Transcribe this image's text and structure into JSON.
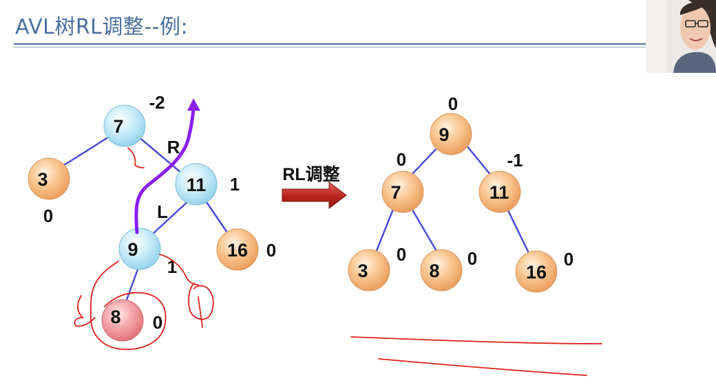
{
  "title": "AVL树RL调整--例:",
  "arrow_label": "RL调整",
  "colors": {
    "title": "#4a6fa0",
    "edge": "#4a4ad8",
    "node_blue": "#bfe8f8",
    "node_orange": "#f8c08e",
    "node_pink": "#f2a2a6",
    "purple_arrow": "#8a1ff2",
    "red_ink": "#e0201a",
    "shift_arrow": "#c0302a"
  },
  "before": {
    "nodes": [
      {
        "id": "7",
        "label": "7",
        "bf": "-2"
      },
      {
        "id": "3",
        "label": "3",
        "bf": "0"
      },
      {
        "id": "11",
        "label": "11",
        "bf": "1"
      },
      {
        "id": "9",
        "label": "9",
        "bf": "1"
      },
      {
        "id": "16",
        "label": "16",
        "bf": "0"
      },
      {
        "id": "8",
        "label": "8",
        "bf": "0"
      }
    ],
    "edge_labels": {
      "r": "R",
      "l": "L"
    }
  },
  "after": {
    "nodes": [
      {
        "id": "9",
        "label": "9",
        "bf": "0"
      },
      {
        "id": "7",
        "label": "7",
        "bf": "0"
      },
      {
        "id": "11",
        "label": "11",
        "bf": "-1"
      },
      {
        "id": "3",
        "label": "3",
        "bf": "0"
      },
      {
        "id": "8",
        "label": "8",
        "bf": "0"
      },
      {
        "id": "16",
        "label": "16",
        "bf": "0"
      }
    ]
  }
}
